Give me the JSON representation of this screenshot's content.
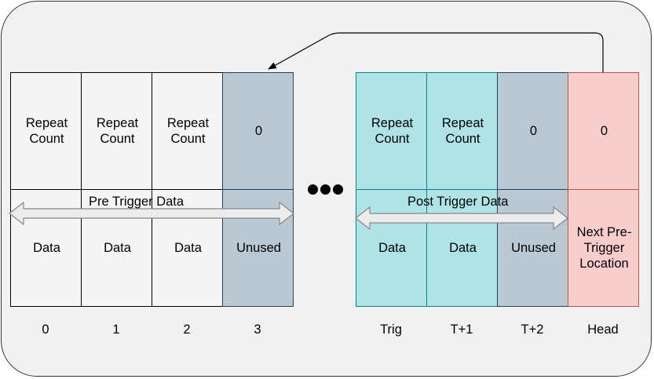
{
  "pre_cells": [
    {
      "top": "Repeat Count",
      "bottom": "Data",
      "index": "0"
    },
    {
      "top": "Repeat Count",
      "bottom": "Data",
      "index": "1"
    },
    {
      "top": "Repeat Count",
      "bottom": "Data",
      "index": "2"
    },
    {
      "top": "0",
      "bottom": "Unused",
      "index": "3"
    }
  ],
  "post_cells": [
    {
      "top": "Repeat Count",
      "bottom": "Data",
      "index": "Trig"
    },
    {
      "top": "Repeat Count",
      "bottom": "Data",
      "index": "T+1"
    },
    {
      "top": "0",
      "bottom": "Unused",
      "index": "T+2"
    },
    {
      "top": "0",
      "bottom": "Next Pre-Trigger Location",
      "index": "Head"
    }
  ],
  "labels": {
    "pre_trigger": "Pre Trigger Data",
    "post_trigger": "Post Trigger Data"
  },
  "colors": {
    "frame_fill": "#f1f1f1",
    "white_fill": "#f5f5f5",
    "unused_fill": "#bac8d3",
    "unused_stroke": "#23445d",
    "post_fill": "#b0e3e6",
    "post_stroke": "#0e8088",
    "head_fill": "#f8cecc",
    "head_stroke": "#b85450"
  }
}
